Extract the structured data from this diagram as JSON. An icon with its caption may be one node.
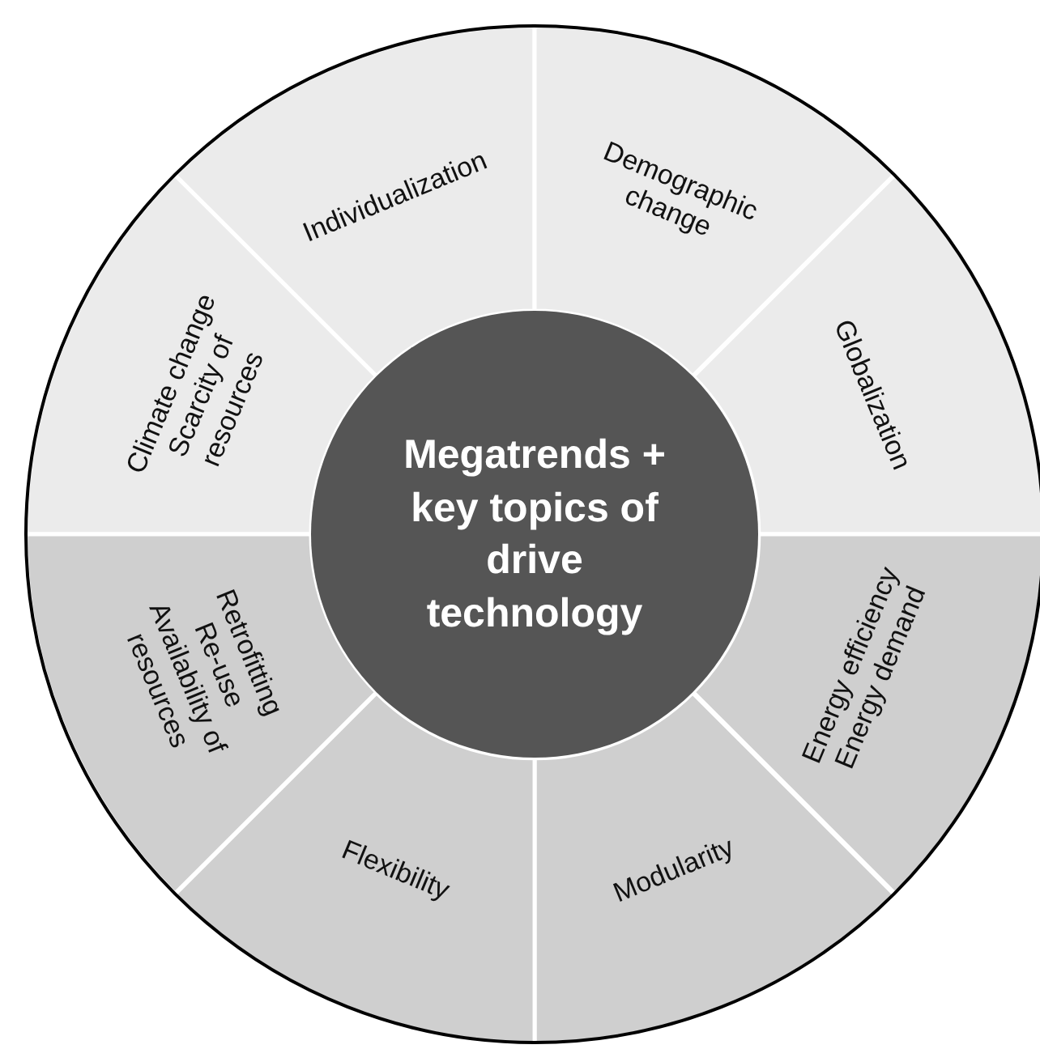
{
  "diagram": {
    "nodes": [
      {
        "text": [
          "Megatrends + key topics of drive technology"
        ]
      },
      {
        "text": [
          "Climate change",
          "Scarcity of resources"
        ]
      },
      {
        "text": [
          "Individualization"
        ]
      },
      {
        "text": [
          "Demographic change"
        ]
      },
      {
        "text": [
          "Globalization"
        ]
      },
      {
        "text": [
          "Energy efficiency",
          "Energy demand"
        ]
      },
      {
        "text": [
          "Modularity"
        ]
      },
      {
        "text": [
          "Flexibility"
        ]
      },
      {
        "text": [
          "Retrofitting",
          "Re-use",
          "Availability of resources"
        ]
      }
    ]
  }
}
